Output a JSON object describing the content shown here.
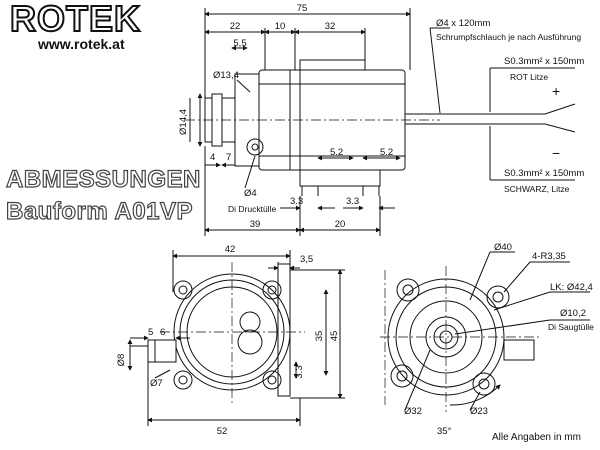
{
  "brand": {
    "logo_text": "ROTEK",
    "url": "www.rotek.at"
  },
  "titles": {
    "line1": "ABMESSUNGEN",
    "line2": "Bauform A01VP"
  },
  "footnote": "Alle Angaben in mm",
  "side_view": {
    "dims": {
      "overall": "75",
      "d22": "22",
      "d10": "10",
      "d32": "32",
      "d55": "5,5",
      "d134": "Ø13,4",
      "d144": "Ø14,4",
      "d4": "4",
      "d7": "7",
      "d52a": "5.2",
      "d52b": "5.2",
      "d33a": "3.3",
      "d33b": "3.3",
      "d39": "39",
      "d20": "20",
      "d4hole": "Ø4"
    },
    "labels": {
      "shrink": "Ø4 x 120mm",
      "shrink_sub": "Schrumpfschlauch je nach Ausführung",
      "wire_red": "S0.3mm² x 150mm",
      "wire_red_sub": "ROT Litze",
      "wire_black": "S0.3mm² x 150mm",
      "wire_black_sub": "SCHWARZ, Litze",
      "plus": "+",
      "minus": "−",
      "pressure": "Di Drucktülle"
    }
  },
  "front_view": {
    "dims": {
      "d42": "42",
      "d35top": "3,5",
      "d5": "5",
      "d6": "6",
      "d8": "Ø8",
      "d7": "Ø7",
      "d35": "35",
      "d45": "45",
      "d33": "3.3",
      "d52": "52"
    }
  },
  "rear_view": {
    "dims": {
      "d40": "Ø40",
      "r335": "4-R3,35",
      "lk": "LK: Ø42,4",
      "d102": "Ø10,2",
      "suction": "Di Saugtülle",
      "d32": "Ø32",
      "d23": "Ø23",
      "angle": "35°"
    }
  }
}
